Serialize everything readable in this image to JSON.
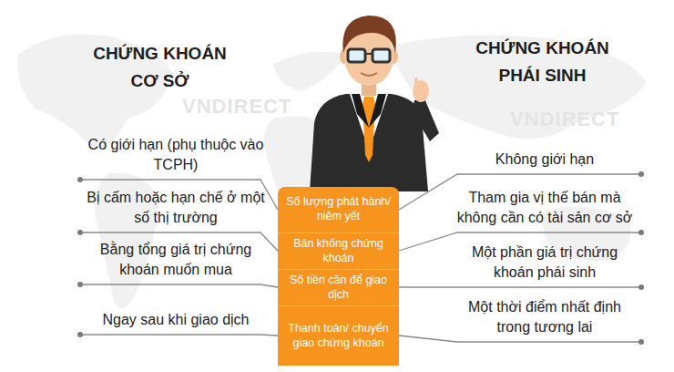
{
  "diagram": {
    "nodes": [
      {
        "text": [
          "Có giới hạn (phụ thuộc vào TCPH)"
        ]
      },
      {
        "text": [
          "Số lượng phát hành/ niêm yết"
        ]
      },
      {
        "text": [
          "Không giới hạn"
        ]
      },
      {
        "text": [
          "Bị cấm hoặc hạn chế ở một số thị trường"
        ]
      },
      {
        "text": [
          "Bán khống chứng khoán"
        ]
      },
      {
        "text": [
          "Tham gia vị thế bán mà không cần có tài sản cơ sở"
        ]
      },
      {
        "text": [
          "Bằng tổng giá trị chứng khoán muốn mua"
        ]
      },
      {
        "text": [
          "Số tiền cần để giao dịch"
        ]
      },
      {
        "text": [
          "Một phần giá trị chứng khoán phái sinh"
        ]
      },
      {
        "text": [
          "Ngay sau khi giao dịch"
        ]
      },
      {
        "text": [
          "Thanh toán/ chuyển giao chứng khoán"
        ]
      },
      {
        "text": [
          "Một thời điểm nhất định trong tương lai"
        ]
      }
    ],
    "edges": [
      {
        "from": 0,
        "to": 1,
        "arrow": "none"
      },
      {
        "from": 1,
        "to": 2,
        "arrow": "none"
      },
      {
        "from": 3,
        "to": 4,
        "arrow": "none"
      },
      {
        "from": 4,
        "to": 5,
        "arrow": "none"
      },
      {
        "from": 6,
        "to": 7,
        "arrow": "none"
      },
      {
        "from": 7,
        "to": 8,
        "arrow": "none"
      },
      {
        "from": 9,
        "to": 10,
        "arrow": "none"
      },
      {
        "from": 10,
        "to": 11,
        "arrow": "none"
      }
    ],
    "labels": [
      "CHỨNG KHOÁN CƠ SỞ",
      "CHỨNG KHOÁN PHÁI SINH",
      "VNDIRECT",
      "VNDIRECT"
    ]
  }
}
